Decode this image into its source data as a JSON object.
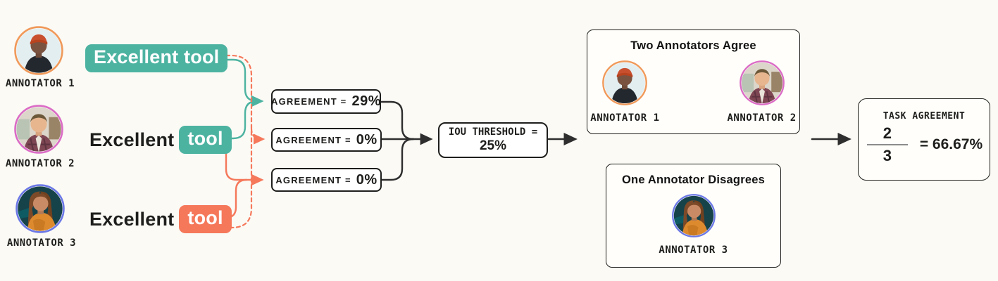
{
  "canvas": {
    "background": "#FBFAF5"
  },
  "colors": {
    "teal": "#4DB3A1",
    "orange": "#F5785B",
    "ink": "#1E1E1C",
    "connector_dark": "#2E2E2E",
    "ring_orange": "#F0995A",
    "ring_pink": "#DB6CC6",
    "ring_blue": "#6B78E6",
    "fraction_bar": "#8C8C8C"
  },
  "annotators": [
    {
      "name": "ANNOTATOR 1",
      "ring": "#F0995A",
      "avatar": "man-orange-beanie"
    },
    {
      "name": "ANNOTATOR 2",
      "ring": "#DB6CC6",
      "avatar": "man-plaid-shirt"
    },
    {
      "name": "ANNOTATOR 3",
      "ring": "#6B78E6",
      "avatar": "woman-orange-top"
    }
  ],
  "phrases": [
    {
      "plain": "",
      "highlight": "Excellent tool",
      "highlight_color": "#4DB3A1"
    },
    {
      "plain": "Excellent",
      "highlight": "tool",
      "highlight_color": "#4DB3A1"
    },
    {
      "plain": "Excellent",
      "highlight": "tool",
      "highlight_color": "#F5785B"
    }
  ],
  "agreements": [
    {
      "label": "AGREEMENT =",
      "value": "29%",
      "pair": "annotator1-annotator2",
      "connector": "teal-solid"
    },
    {
      "label": "AGREEMENT =",
      "value": "0%",
      "pair": "annotator1-annotator3",
      "connector": "orange-dashed"
    },
    {
      "label": "AGREEMENT =",
      "value": "0%",
      "pair": "annotator2-annotator3",
      "connector": "orange-solid"
    }
  ],
  "iou": {
    "label": "IOU THRESHOLD =",
    "value": "25%"
  },
  "agree_box": {
    "title": "Two Annotators Agree",
    "members": [
      "ANNOTATOR 1",
      "ANNOTATOR 2"
    ]
  },
  "disagree_box": {
    "title": "One Annotator Disagrees",
    "members": [
      "ANNOTATOR 3"
    ]
  },
  "task": {
    "title": "TASK AGREEMENT",
    "numerator": "2",
    "denominator": "3",
    "result": "= 66.67%"
  }
}
